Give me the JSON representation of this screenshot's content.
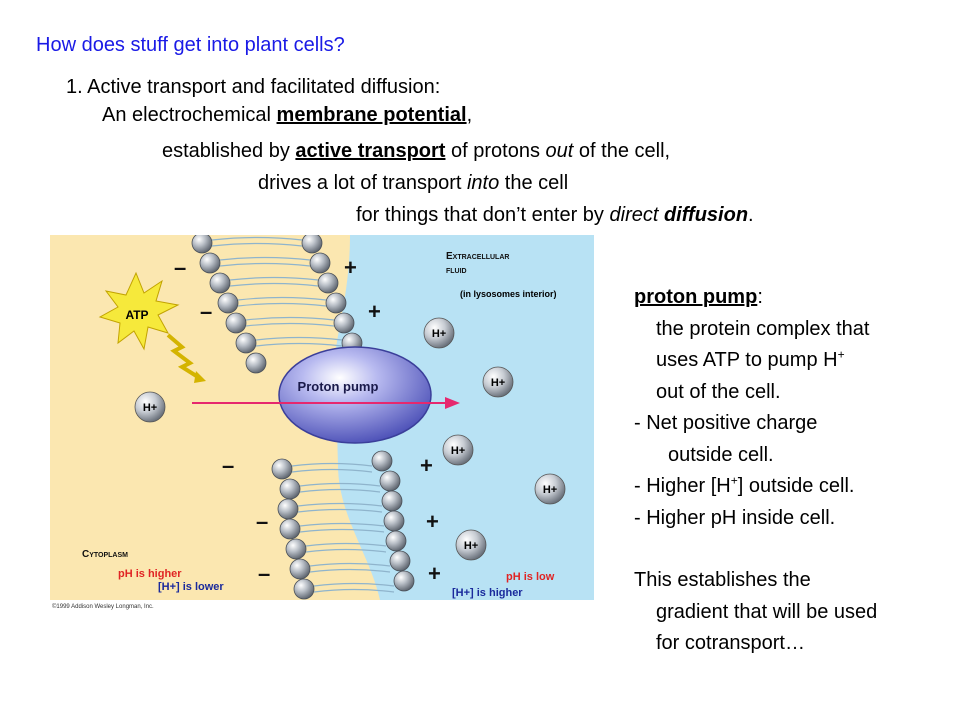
{
  "question": "How does stuff get into plant cells?",
  "intro": {
    "number": "1",
    "line1_rest": ". Active transport and facilitated diffusion:",
    "line2_pre": "An electrochemical ",
    "line2_term": "membrane potential",
    "line2_post": ",",
    "line3_pre": "established by ",
    "line3_term": "active transport",
    "line3_mid": " of protons ",
    "line3_italic": "out",
    "line3_post": " of the cell,",
    "line4_pre": "drives a lot of transport ",
    "line4_italic": "into",
    "line4_post": " the cell",
    "line5_pre": "for things that don’t enter by ",
    "line5_italic": "direct",
    "line5_space": " ",
    "line5_bold": "diffusion",
    "line5_post": "."
  },
  "figure": {
    "extracellular_line1": "Extracellular",
    "extracellular_line2": "fluid",
    "lysosome_note": "(in lysosomes interior)",
    "atp_label": "ATP",
    "pump_label": "Proton pump",
    "ion_label": "H+",
    "minus": "–",
    "plus": "+",
    "cytoplasm_label": "Cytoplasm",
    "ph_higher": "pH is higher",
    "h_lower": "[H+] is lower",
    "ph_low": "pH is low",
    "h_higher": "[H+] is higher",
    "credit": "©1999 Addison Wesley Longman, Inc.",
    "colors": {
      "cytoplasm": "#fbe7b0",
      "extracellular": "#b8e2f4",
      "pump": "#8c8fd8",
      "atp_burst": "#f6e93b",
      "arrow": "#e6286e",
      "red_text": "#e02424",
      "blue_text": "#1a2a9c"
    }
  },
  "side": {
    "title": "proton pump",
    "title_post": ":",
    "l1": "the protein complex that",
    "l2_pre": "uses ATP to pump H",
    "l2_sup": "+",
    "l3": "out of the cell.",
    "l4": "- Net positive charge",
    "l5": "outside cell.",
    "l6_pre": "- Higher [H",
    "l6_sup": "+",
    "l6_post": "] outside cell.",
    "l7": "- Higher pH inside cell.",
    "l8": "This establishes the",
    "l9": "gradient that will be used",
    "l10": "for cotransport…"
  }
}
